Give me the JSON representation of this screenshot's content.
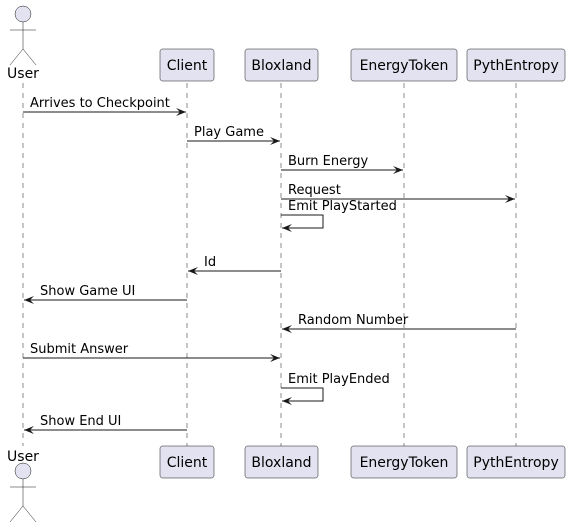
{
  "participants": [
    {
      "id": "user",
      "label": "User",
      "kind": "actor"
    },
    {
      "id": "client",
      "label": "Client",
      "kind": "participant"
    },
    {
      "id": "bloxland",
      "label": "Bloxland",
      "kind": "participant"
    },
    {
      "id": "energytoken",
      "label": "EnergyToken",
      "kind": "participant"
    },
    {
      "id": "pythentropy",
      "label": "PythEntropy",
      "kind": "participant"
    }
  ],
  "messages": [
    {
      "from": "user",
      "to": "client",
      "label": "Arrives to Checkpoint"
    },
    {
      "from": "client",
      "to": "bloxland",
      "label": "Play Game"
    },
    {
      "from": "bloxland",
      "to": "energytoken",
      "label": "Burn Energy"
    },
    {
      "from": "bloxland",
      "to": "pythentropy",
      "label": "Request"
    },
    {
      "from": "bloxland",
      "to": "bloxland",
      "label": "Emit PlayStarted"
    },
    {
      "from": "bloxland",
      "to": "client",
      "label": "Id"
    },
    {
      "from": "client",
      "to": "user",
      "label": "Show Game UI"
    },
    {
      "from": "pythentropy",
      "to": "bloxland",
      "label": "Random Number"
    },
    {
      "from": "user",
      "to": "bloxland",
      "label": "Submit Answer"
    },
    {
      "from": "bloxland",
      "to": "bloxland",
      "label": "Emit PlayEnded"
    },
    {
      "from": "client",
      "to": "user",
      "label": "Show End UI"
    }
  ],
  "colors": {
    "box_fill": "#e2e2f0",
    "line": "#181818"
  }
}
